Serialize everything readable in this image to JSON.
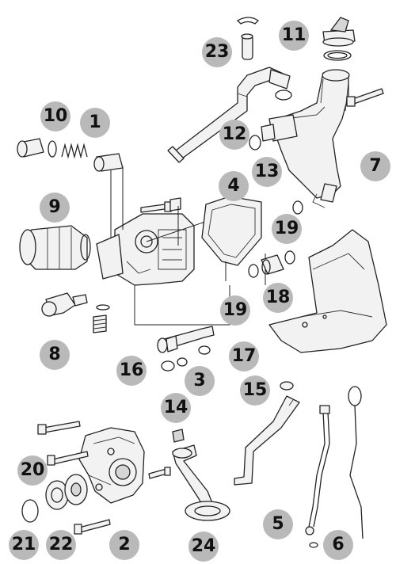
{
  "callouts": [
    {
      "id": "c1",
      "label": "1"
    },
    {
      "id": "c2",
      "label": "2"
    },
    {
      "id": "c3",
      "label": "3"
    },
    {
      "id": "c4",
      "label": "4"
    },
    {
      "id": "c5",
      "label": "5"
    },
    {
      "id": "c6",
      "label": "6"
    },
    {
      "id": "c7",
      "label": "7"
    },
    {
      "id": "c8",
      "label": "8"
    },
    {
      "id": "c9",
      "label": "9"
    },
    {
      "id": "c10",
      "label": "10"
    },
    {
      "id": "c11",
      "label": "11"
    },
    {
      "id": "c12",
      "label": "12"
    },
    {
      "id": "c13",
      "label": "13"
    },
    {
      "id": "c14",
      "label": "14"
    },
    {
      "id": "c15",
      "label": "15"
    },
    {
      "id": "c16",
      "label": "16"
    },
    {
      "id": "c17",
      "label": "17"
    },
    {
      "id": "c18",
      "label": "18"
    },
    {
      "id": "c19a",
      "label": "19"
    },
    {
      "id": "c19b",
      "label": "19"
    },
    {
      "id": "c20",
      "label": "20"
    },
    {
      "id": "c21",
      "label": "21"
    },
    {
      "id": "c22",
      "label": "22"
    },
    {
      "id": "c23",
      "label": "23"
    },
    {
      "id": "c24",
      "label": "24"
    }
  ],
  "colors": {
    "background": "#ffffff",
    "callout_fill": "#b9b9b9",
    "line": "#222222"
  }
}
